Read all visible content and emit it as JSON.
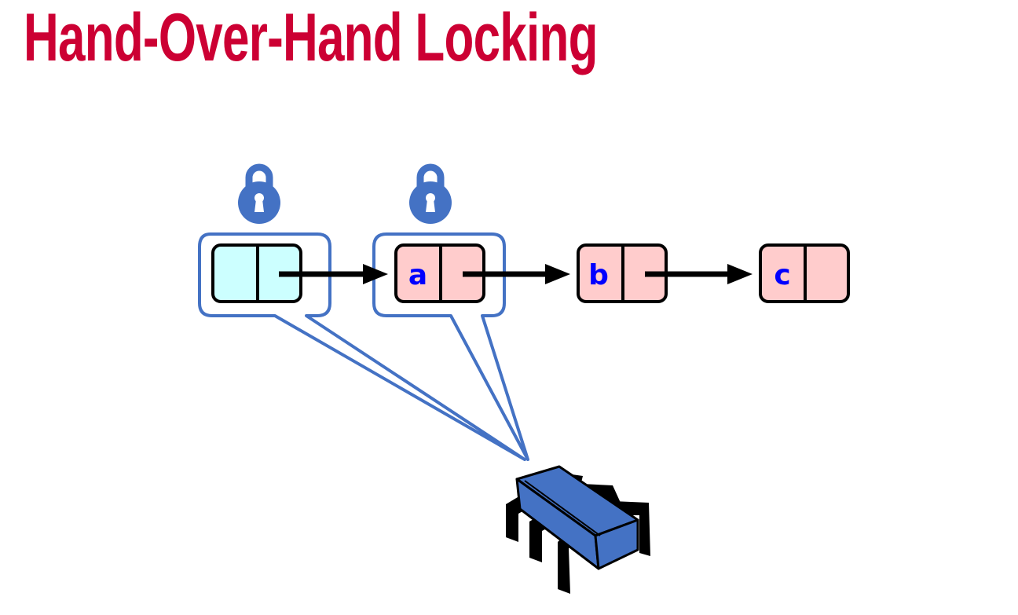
{
  "slide": {
    "title": "Hand-Over-Hand Locking"
  },
  "diagram": {
    "nodes": [
      {
        "id": "head",
        "label": "",
        "fill": "#ccffff",
        "locked": true
      },
      {
        "id": "a",
        "label": "a",
        "fill": "#ffcccc",
        "locked": true
      },
      {
        "id": "b",
        "label": "b",
        "fill": "#ffcccc",
        "locked": false
      },
      {
        "id": "c",
        "label": "c",
        "fill": "#ffcccc",
        "locked": false
      }
    ],
    "colors": {
      "title": "#cc0033",
      "lock": "#4472c4",
      "callout": "#4472c4",
      "processor": "#4472c4",
      "label": "#0000ff"
    },
    "icons": [
      "padlock-icon",
      "padlock-icon",
      "processor-chip-icon"
    ]
  }
}
